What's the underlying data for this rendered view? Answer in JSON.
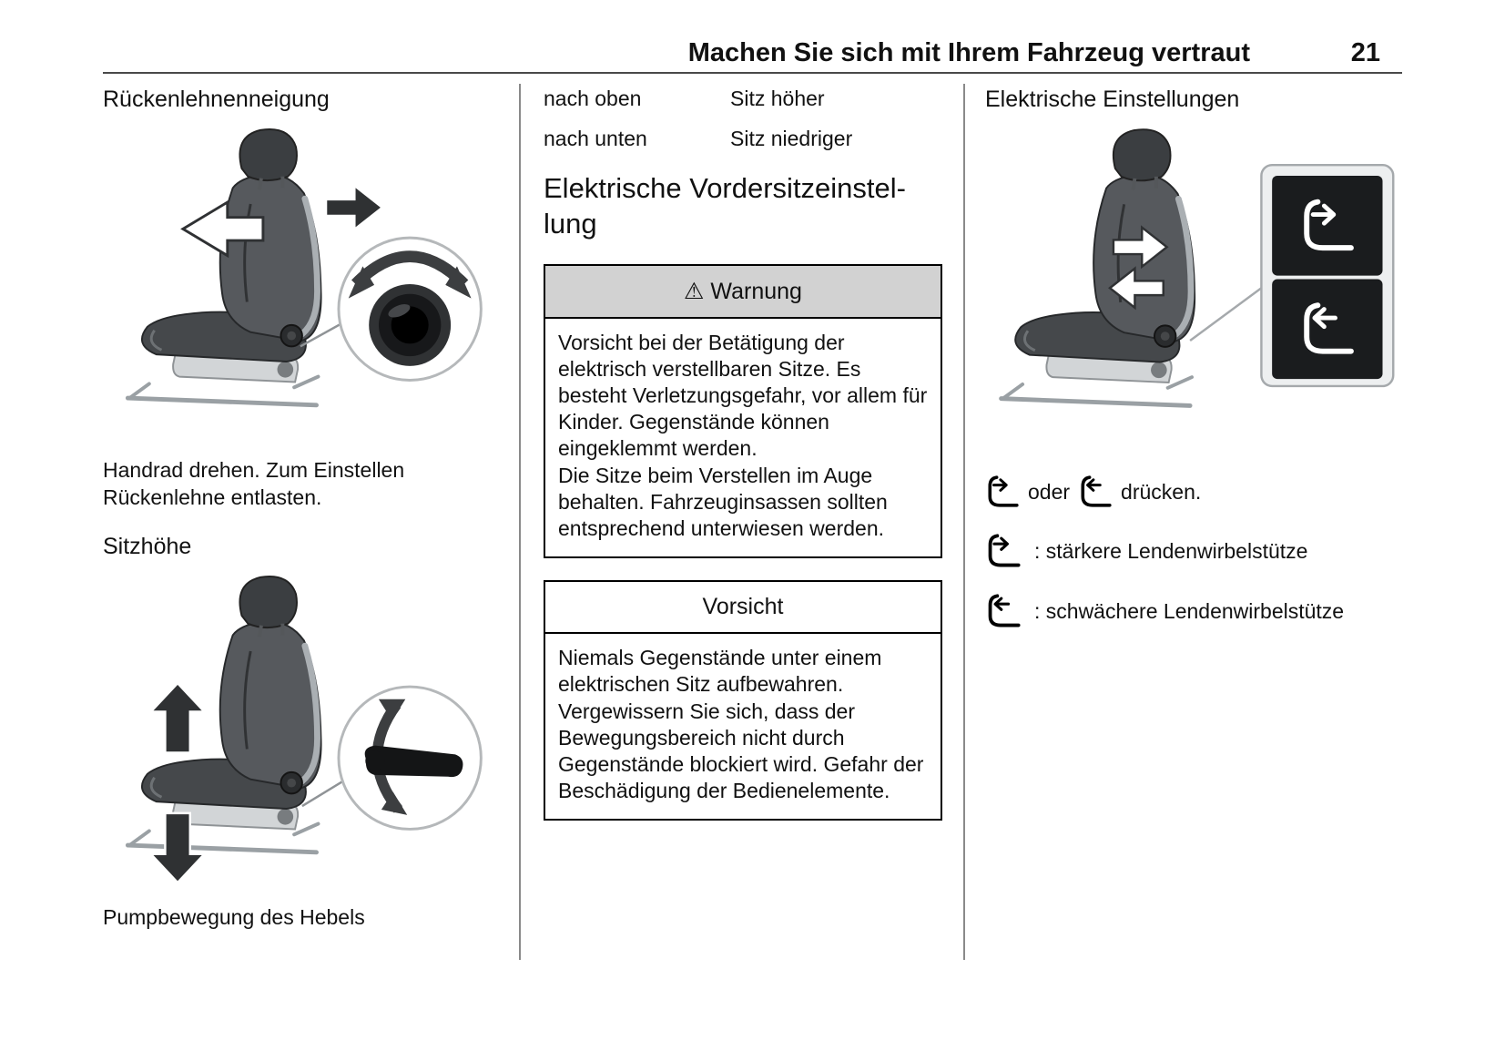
{
  "header": {
    "title": "Machen Sie sich mit Ihrem Fahrzeug vertraut",
    "page_number": "21"
  },
  "left_column": {
    "section1_heading": "Rückenlehnenneigung",
    "section1_caption": "Handrad drehen. Zum Einstellen Rückenlehne entlasten.",
    "section2_heading": "Sitzhöhe",
    "section2_caption": "Pumpbewegung des Hebels"
  },
  "middle_column": {
    "table": [
      {
        "key": "nach oben",
        "value": "Sitz höher"
      },
      {
        "key": "nach unten",
        "value": "Sitz niedriger"
      }
    ],
    "heading_line1": "Elektrische Vordersitzeinstel-",
    "heading_line2": "lung",
    "warning_box": {
      "icon": "⚠",
      "title": "Warnung",
      "paragraph1": "Vorsicht bei der Betätigung der elektrisch verstellbaren Sitze. Es besteht Verletzungsgefahr, vor allem für Kinder. Gegenstände können eingeklemmt werden.",
      "paragraph2": "Die Sitze beim Verstellen im Auge behalten. Fahrzeuginsassen sollten entsprechend unterwiesen werden."
    },
    "caution_box": {
      "title": "Vorsicht",
      "text": "Niemals Gegenstände unter einem elektrischen Sitz aufbewahren. Vergewissern Sie sich, dass der Bewegungsbereich nicht durch Gegenstände blockiert wird. Gefahr der Beschädigung der Bedienelemente."
    }
  },
  "right_column": {
    "heading": "Elektrische Einstellungen",
    "press_line": {
      "or_label": "oder",
      "press_label": "drücken."
    },
    "lumbar_items": [
      {
        "icon": "lumbar-stronger-seat-icon",
        "label": ": stärkere Lendenwirbelstütze"
      },
      {
        "icon": "lumbar-weaker-seat-icon",
        "label": ": schwächere Lendenwirbelstütze"
      }
    ]
  },
  "illustrations": {
    "recline_seat": "seat side view with recline handwheel detail",
    "height_seat": "seat side view with height pump lever detail",
    "electric_seat": "seat side view with electric lumbar switch panel"
  },
  "colors": {
    "warning_header_bg": "#d2d2d2",
    "box_border": "#000000",
    "separator": "#8a8a8a",
    "text": "#111111"
  }
}
